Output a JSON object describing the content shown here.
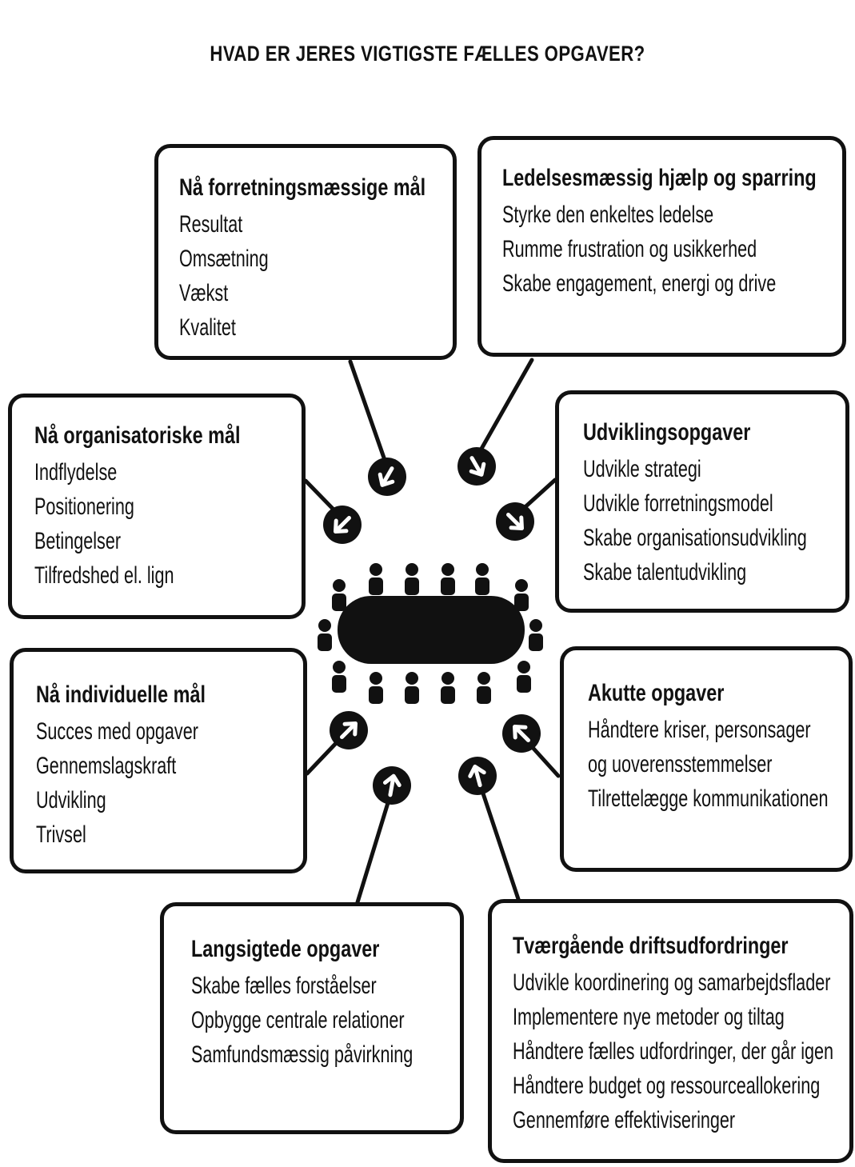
{
  "title": "HVAD ER JERES VIGTIGSTE FÆLLES OPGAVER?",
  "boxes": [
    {
      "heading": "Nå forretningsmæssige mål",
      "items": [
        "Resultat",
        "Omsætning",
        "Vækst",
        "Kvalitet"
      ]
    },
    {
      "heading": "Ledelsesmæssig hjælp og sparring",
      "items": [
        "Styrke den enkeltes ledelse",
        "Rumme frustration og usikkerhed",
        "Skabe engagement, energi og drive"
      ]
    },
    {
      "heading": "Nå organisatoriske mål",
      "items": [
        "Indflydelse",
        "Positionering",
        "Betingelser",
        "Tilfredshed el. lign"
      ]
    },
    {
      "heading": "Udviklingsopgaver",
      "items": [
        "Udvikle strategi",
        "Udvikle forretningsmodel",
        "Skabe organisationsudvikling",
        "Skabe talentudvikling"
      ]
    },
    {
      "heading": "Nå individuelle mål",
      "items": [
        "Succes med opgaver",
        "Gennemslagskraft",
        "Udvikling",
        "Trivsel"
      ]
    },
    {
      "heading": "Akutte opgaver",
      "items": [
        "Håndtere kriser, personsager",
        "og uoverensstemmelser",
        "Tilrettelægge kommunikationen"
      ]
    },
    {
      "heading": "Langsigtede opgaver",
      "items": [
        "Skabe fælles forståelser",
        "Opbygge centrale relationer",
        "Samfundsmæssig påvirkning"
      ]
    },
    {
      "heading": "Tværgående driftsudfordringer",
      "items": [
        "Udvikle koordinering og samarbejdsflader",
        "Implementere nye metoder og tiltag",
        "Håndtere fælles udfordringer, der går igen",
        "Håndtere budget og ressourceallokering",
        "Gennemføre effektiviseringer"
      ]
    }
  ],
  "colors": {
    "ink": "#111111",
    "paper": "#ffffff"
  },
  "icons": {
    "arrow": "arrow-circle-icon",
    "person": "person-icon",
    "table": "meeting-table-icon"
  }
}
